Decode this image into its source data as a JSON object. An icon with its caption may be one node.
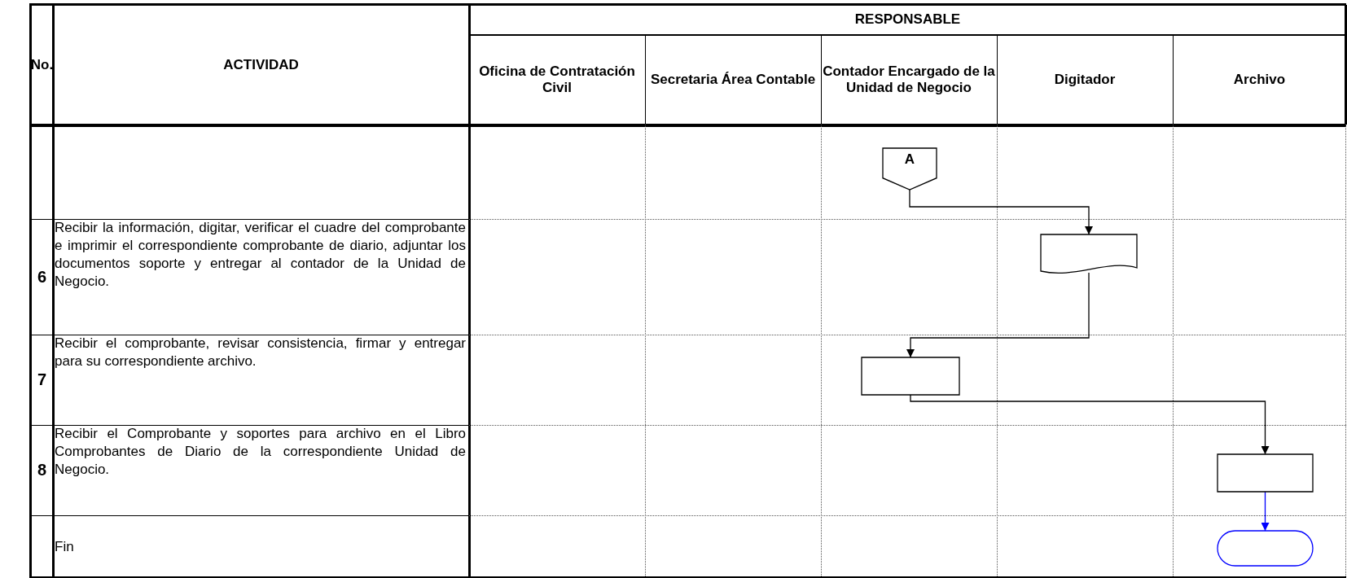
{
  "diagram": {
    "nodes": [
      {
        "text": [
          "A"
        ]
      },
      {
        "text": [],
        "shape": "document"
      },
      {
        "text": [],
        "shape": "box"
      },
      {
        "text": [],
        "shape": "box"
      },
      {
        "text": [],
        "shape": "terminator"
      }
    ],
    "edges": [
      {
        "from": 0,
        "to": 1,
        "arrow": "to"
      },
      {
        "from": 1,
        "to": 2,
        "arrow": "to"
      },
      {
        "from": 2,
        "to": 3,
        "arrow": "to"
      },
      {
        "from": 3,
        "to": 4,
        "arrow": "to",
        "color": "#0000ff"
      }
    ],
    "labels": [
      "No.",
      "ACTIVIDAD",
      "RESPONSABLE",
      "Oficina de Contratación Civil",
      "Secretaria Área Contable",
      "Contador Encargado de la Unidad de Negocio",
      "Digitador",
      "Archivo",
      "6",
      "Recibir la información, digitar, verificar el cuadre del comprobante e imprimir el correspondiente comprobante de diario, adjuntar los documentos soporte y entregar al contador de la Unidad de Negocio.",
      "7",
      "Recibir el comprobante, revisar consistencia, firmar y entregar para su correspondiente archivo.",
      "8",
      "Recibir el Comprobante y soportes para archivo en el Libro Comprobantes de Diario de la correspondiente Unidad de Negocio.",
      "Fin"
    ]
  }
}
